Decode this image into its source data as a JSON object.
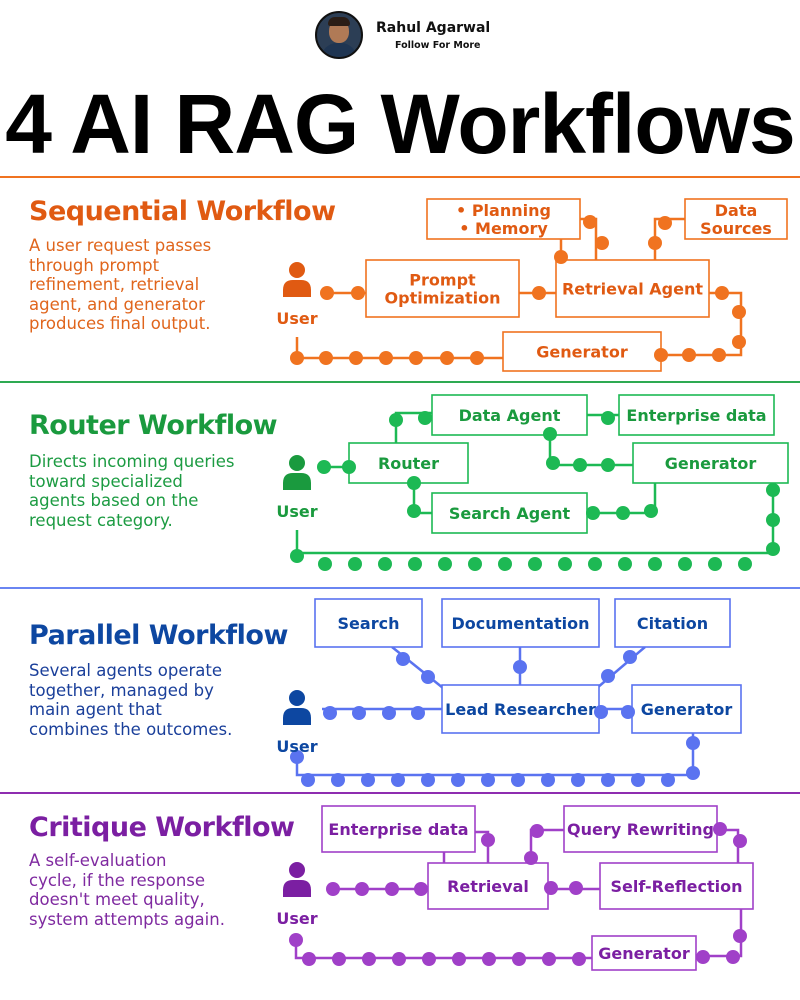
{
  "header": {
    "author_name": "Rahul Agarwal",
    "follow_text": "Follow For More",
    "title": "4 AI RAG Workflows"
  },
  "user_label": "User",
  "sections": [
    {
      "id": "sequential",
      "title": "Sequential Workflow",
      "description": "A user request passes\nthrough prompt\nrefinement, retrieval\nagent, and generator\nproduces final output.",
      "color": "#f07320",
      "title_color": "#e05a12",
      "text_color": "#e0651c",
      "nodes": [
        {
          "id": "planning",
          "label": [
            "• Planning",
            "• Memory"
          ]
        },
        {
          "id": "data_sources",
          "label": [
            "Data",
            "Sources"
          ]
        },
        {
          "id": "prompt_opt",
          "label": [
            "Prompt",
            "Optimization"
          ]
        },
        {
          "id": "retrieval_agent",
          "label": [
            "Retrieval Agent"
          ]
        },
        {
          "id": "generator",
          "label": [
            "Generator"
          ]
        }
      ]
    },
    {
      "id": "router",
      "title": "Router Workflow",
      "description": "Directs incoming queries\ntoward specialized\nagents based on the\nrequest category.",
      "color": "#1db954",
      "title_color": "#1a9a3e",
      "text_color": "#1c9b42",
      "nodes": [
        {
          "id": "data_agent",
          "label": [
            "Data Agent"
          ]
        },
        {
          "id": "enterprise",
          "label": [
            "Enterprise data"
          ]
        },
        {
          "id": "router",
          "label": [
            "Router"
          ]
        },
        {
          "id": "generator",
          "label": [
            "Generator"
          ]
        },
        {
          "id": "search_agent",
          "label": [
            "Search Agent"
          ]
        }
      ]
    },
    {
      "id": "parallel",
      "title": "Parallel Workflow",
      "description": "Several agents operate\ntogether, managed by\nmain agent that\ncombines the outcomes.",
      "color": "#5a73f0",
      "title_color": "#0d47a1",
      "text_color": "#1a3f9a",
      "nodes": [
        {
          "id": "search",
          "label": [
            "Search"
          ]
        },
        {
          "id": "documentation",
          "label": [
            "Documentation"
          ]
        },
        {
          "id": "citation",
          "label": [
            "Citation"
          ]
        },
        {
          "id": "lead",
          "label": [
            "Lead Researcher"
          ]
        },
        {
          "id": "generator",
          "label": [
            "Generator"
          ]
        }
      ]
    },
    {
      "id": "critique",
      "title": "Critique Workflow",
      "description": "A self-evaluation\ncycle, if the response\ndoesn't meet quality,\nsystem attempts again.",
      "color": "#a040c8",
      "title_color": "#7b1fa2",
      "text_color": "#7f2aa0",
      "nodes": [
        {
          "id": "enterprise",
          "label": [
            "Enterprise data"
          ]
        },
        {
          "id": "query_rewriting",
          "label": [
            "Query Rewriting"
          ]
        },
        {
          "id": "retrieval",
          "label": [
            "Retrieval"
          ]
        },
        {
          "id": "self_reflection",
          "label": [
            "Self-Reflection"
          ]
        },
        {
          "id": "generator",
          "label": [
            "Generator"
          ]
        }
      ]
    }
  ]
}
